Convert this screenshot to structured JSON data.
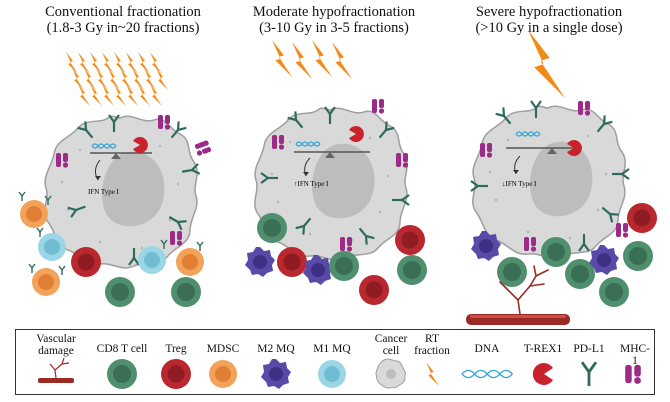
{
  "panels": [
    {
      "title": "Conventional fractionation",
      "subtitle": "(1.8-3 Gy in~20 fractions)",
      "ifn_label": "IFN Type I",
      "ifn_arrow": "none"
    },
    {
      "title": "Moderate hypofractionation",
      "subtitle": "(3-10 Gy in 3-5 fractions)",
      "ifn_label": "IFN Type I",
      "ifn_arrow": "up"
    },
    {
      "title": "Severe hypofractionation",
      "subtitle": "(>10 Gy in a single dose)",
      "ifn_label": "IFN Type I",
      "ifn_arrow": "down"
    }
  ],
  "legend": {
    "items": [
      {
        "label": "Vascular\ndamage",
        "icon": "vessel-icon"
      },
      {
        "label": "CD8 T cell",
        "icon": "cd8-t-cell-icon"
      },
      {
        "label": "Treg",
        "icon": "treg-icon"
      },
      {
        "label": "MDSC",
        "icon": "mdsc-icon"
      },
      {
        "label": "M2 MQ",
        "icon": "m2-macrophage-icon"
      },
      {
        "label": "M1 MQ",
        "icon": "m1-macrophage-icon"
      },
      {
        "label": "Cancer\ncell",
        "icon": "cancer-cell-icon"
      },
      {
        "label": "RT\nfraction",
        "icon": "lightning-icon"
      },
      {
        "label": "DNA",
        "icon": "dna-icon"
      },
      {
        "label": "T-REX1",
        "icon": "trex1-icon"
      },
      {
        "label": "PD-L1",
        "icon": "pd-l1-icon"
      },
      {
        "label": "MHC-1",
        "icon": "mhc-1-icon"
      }
    ]
  },
  "colors": {
    "cd8_t_cell": "#4f8f6e",
    "treg": "#b8282e",
    "mdsc": "#f3a25a",
    "m2_mq": "#5a4aa8",
    "m1_mq": "#9ad6e6",
    "cancer_cell": "#d9d9d9",
    "rt_fraction": "#f28a17",
    "dna": "#3aa6d6",
    "trex1": "#c8232c",
    "pd_l1": "#2f6b5c",
    "mhc1": "#9c2a86",
    "vessel": "#9b2a24"
  }
}
